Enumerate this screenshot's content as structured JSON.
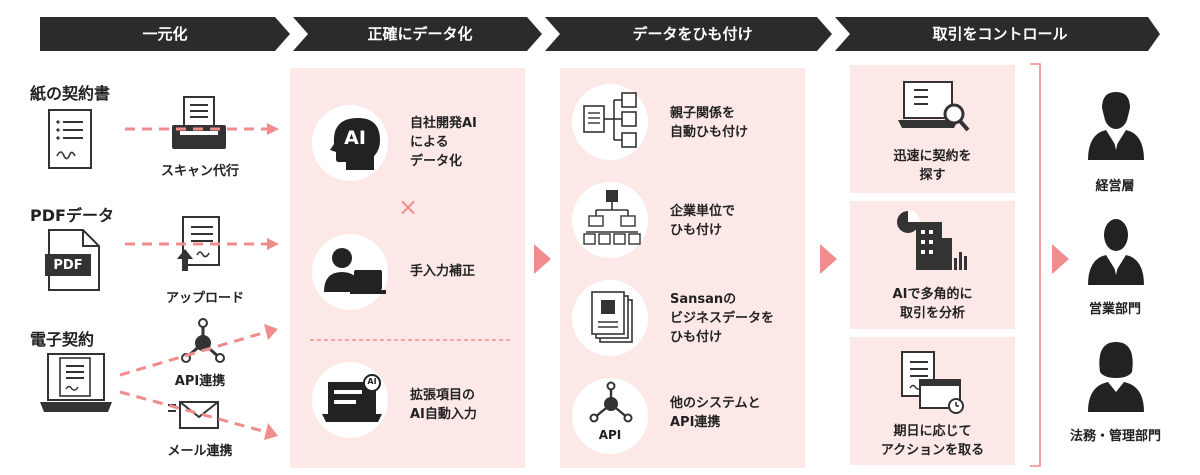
{
  "header": {
    "step1": "一元化",
    "step2": "正確にデータ化",
    "step3": "データをひも付け",
    "step4": "取引をコントロール"
  },
  "sources": {
    "paper": {
      "title": "紙の契約書",
      "method": "スキャン代行"
    },
    "pdf": {
      "title": "PDFデータ",
      "file_label": "PDF",
      "method": "アップロード"
    },
    "esign": {
      "title": "電子契約",
      "method_api": "API連携",
      "method_mail": "メール連携"
    }
  },
  "digitize": {
    "ai_icon_text": "AI",
    "ai_line1": "自社開発AI",
    "ai_line2": "による",
    "ai_line3": "データ化",
    "times": "×",
    "manual": "手入力補正",
    "ext_line1": "拡張項目の",
    "ext_line2": "AI自動入力",
    "ext_icon_text": "AI"
  },
  "link": {
    "parent_line1": "親子関係を",
    "parent_line2": "自動ひも付け",
    "unit_line1": "企業単位で",
    "unit_line2": "ひも付け",
    "sansan_line1": "Sansanの",
    "sansan_line2": "ビジネスデータを",
    "sansan_line3": "ひも付け",
    "other_line1": "他のシステムと",
    "other_line2": "API連携",
    "api_icon_text": "API"
  },
  "control": {
    "search_line1": "迅速に契約を",
    "search_line2": "探す",
    "analyze_line1": "AIで多角的に",
    "analyze_line2": "取引を分析",
    "action_line1": "期日に応じて",
    "action_line2": "アクションを取る"
  },
  "roles": {
    "exec": "経営層",
    "sales": "営業部門",
    "legal": "法務・管理部門"
  },
  "colors": {
    "band": "#2b2b2b",
    "panel": "#fde8e8",
    "accent": "#f08c8c",
    "ink": "#222222"
  }
}
